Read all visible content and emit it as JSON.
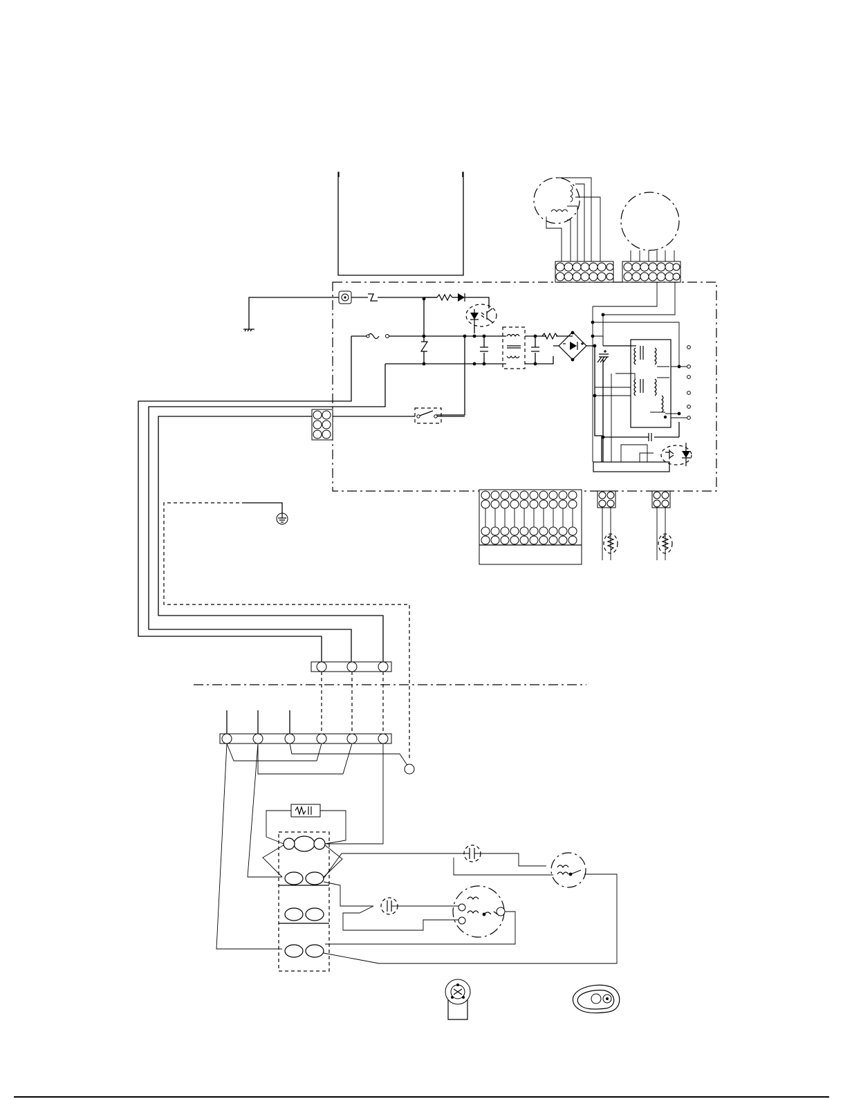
{
  "diagram": {
    "units": [
      {
        "id": "indoor",
        "name": ""
      },
      {
        "id": "outdoor",
        "name": ""
      }
    ],
    "components": [
      {
        "id": "display-block"
      },
      {
        "id": "swing-motor"
      },
      {
        "id": "fan-motor"
      },
      {
        "id": "control-board"
      },
      {
        "id": "power-transformer"
      },
      {
        "id": "bridge-rectifier"
      },
      {
        "id": "line-fuse"
      },
      {
        "id": "varistor"
      },
      {
        "id": "noise-filter"
      },
      {
        "id": "relay-contact"
      },
      {
        "id": "display-connector"
      },
      {
        "id": "room-thermistor"
      },
      {
        "id": "pipe-thermistor"
      },
      {
        "id": "indoor-terminal-block"
      },
      {
        "id": "outdoor-terminal-block"
      },
      {
        "id": "contactor"
      },
      {
        "id": "fan-capacitor"
      },
      {
        "id": "compressor-capacitor"
      },
      {
        "id": "outdoor-fan-motor"
      },
      {
        "id": "compressor"
      },
      {
        "id": "ground-earth"
      }
    ],
    "labels": []
  }
}
